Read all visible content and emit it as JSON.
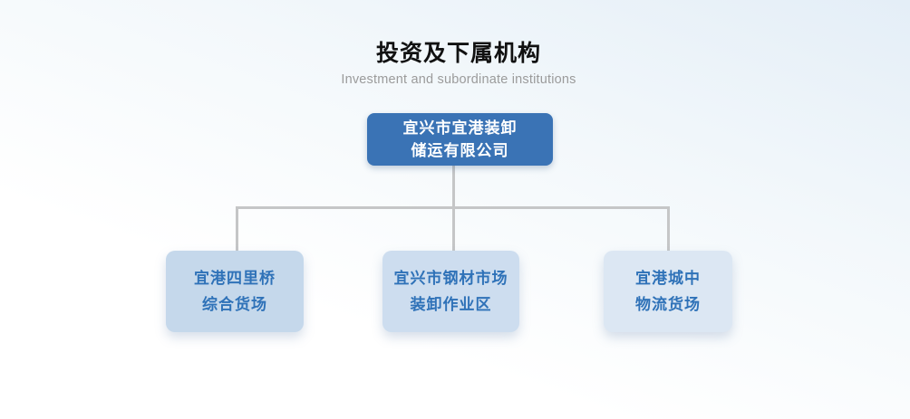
{
  "header": {
    "title": "投资及下属机构",
    "subtitle": "Investment and subordinate institutions"
  },
  "org": {
    "root": {
      "line1": "宜兴市宜港装卸",
      "line2": "储运有限公司"
    },
    "children": [
      {
        "line1": "宜港四里桥",
        "line2": "综合货场"
      },
      {
        "line1": "宜兴市钢材市场",
        "line2": "装卸作业区"
      },
      {
        "line1": "宜港城中",
        "line2": "物流货场"
      }
    ]
  },
  "colors": {
    "root_box_bg": "#3a73b5",
    "root_box_text": "#ffffff",
    "child_box_text": "#2f72b8",
    "child1_bg": "#c5d8eb",
    "child2_bg": "#cdddef",
    "child3_bg": "#dce7f3",
    "connector": "#c5c6c7",
    "title_text": "#111111",
    "subtitle_text": "#9b9b9b",
    "page_bg_top": "#e4eef7",
    "page_bg_bottom": "#ffffff"
  }
}
